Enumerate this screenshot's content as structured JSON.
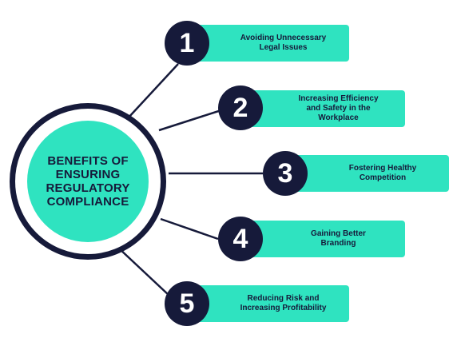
{
  "hub": {
    "title_lines": [
      "BENEFITS OF",
      "ENSURING",
      "REGULATORY",
      "COMPLIANCE"
    ]
  },
  "items": [
    {
      "number": "1",
      "lines": [
        "Avoiding Unnecessary",
        "Legal Issues"
      ]
    },
    {
      "number": "2",
      "lines": [
        "Increasing Efficiency",
        "and Safety in the",
        "Workplace"
      ]
    },
    {
      "number": "3",
      "lines": [
        "Fostering Healthy",
        "Competition"
      ]
    },
    {
      "number": "4",
      "lines": [
        "Gaining Better",
        "Branding"
      ]
    },
    {
      "number": "5",
      "lines": [
        "Reducing Risk and",
        "Increasing Profitability"
      ]
    }
  ],
  "colors": {
    "accent": "#2fe3c0",
    "dark": "#161a3a",
    "background": "#ffffff"
  }
}
